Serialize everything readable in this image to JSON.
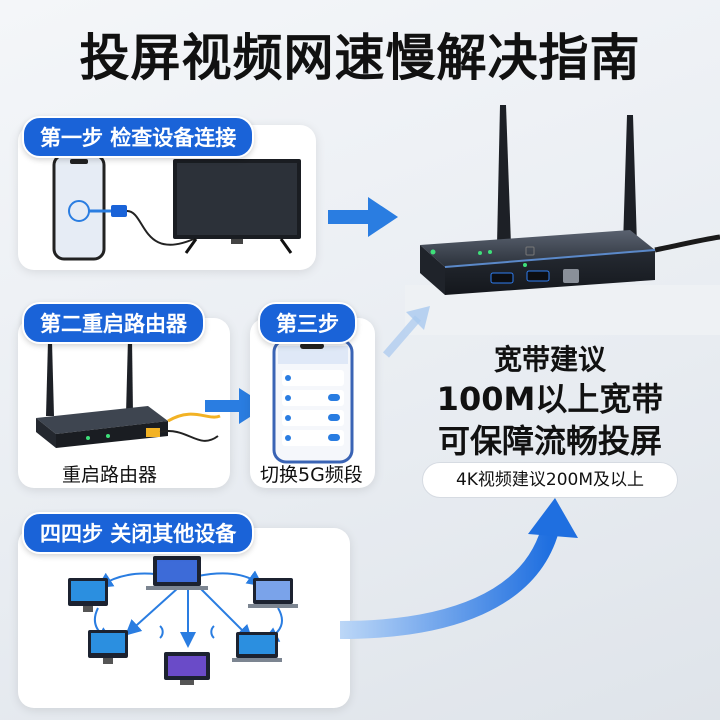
{
  "title": "投屏视频网速慢解决指南",
  "step1": {
    "label": "第一步 检查设备连接"
  },
  "step2": {
    "label": "第二重启路由器",
    "caption": "重启路由器"
  },
  "step3": {
    "label": "第三步",
    "caption": "切换5G频段"
  },
  "step4": {
    "label": "四四步 关闭其他设备"
  },
  "advice": {
    "line1": "宽带建议",
    "line2": "100M以上宽带",
    "line3": "可保障流畅投屏",
    "note": "4K视频建议200M及以上"
  },
  "colors": {
    "accent": "#1a63d8",
    "arrow": "#2a7de1"
  }
}
